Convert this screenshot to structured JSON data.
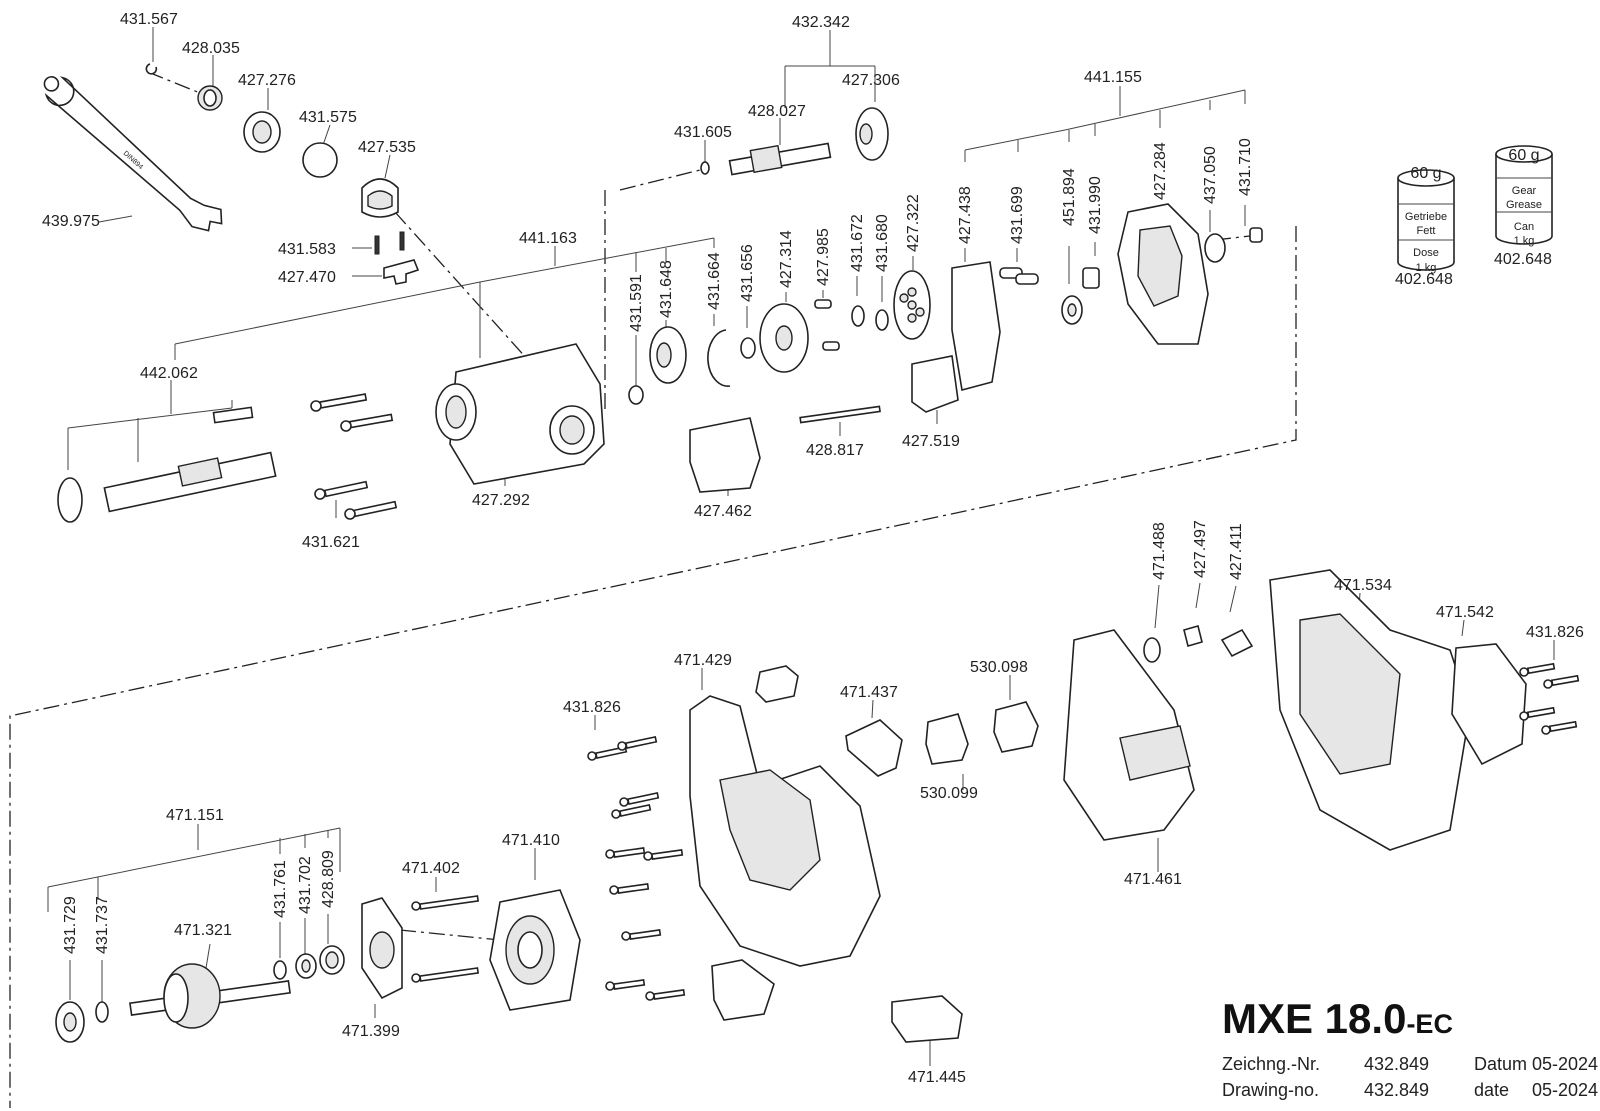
{
  "title": "MXE 18.0",
  "title_suffix": "-EC",
  "drawing_info": {
    "de": {
      "label": "Zeichng.-Nr.",
      "number": "432.849",
      "date_label": "Datum",
      "date": "05-2024"
    },
    "en": {
      "label": "Drawing-no.",
      "number": "432.849",
      "date_label": "date",
      "date": "05-2024"
    }
  },
  "grease_cans": [
    {
      "amount": "60 g",
      "line1": "Getriebe",
      "line2": "Fett",
      "line3": "Dose",
      "line4": "1 kg",
      "part_no": "402.648"
    },
    {
      "amount": "60 g",
      "line1": "Gear",
      "line2": "Grease",
      "line3": "Can",
      "line4": "1 kg",
      "part_no": "402.648"
    }
  ],
  "parts": {
    "p431567": "431.567",
    "p428035": "428.035",
    "p427276": "427.276",
    "p431575": "431.575",
    "p427535": "427.535",
    "p439975": "439.975",
    "p431583": "431.583",
    "p427470": "427.470",
    "p432342": "432.342",
    "p427306": "427.306",
    "p428027": "428.027",
    "p431605": "431.605",
    "p441155": "441.155",
    "p441163": "441.163",
    "p427438": "427.438",
    "p431699": "431.699",
    "p451894": "451.894",
    "p431990": "431.990",
    "p427284": "427.284",
    "p437050": "437.050",
    "p431710": "431.710",
    "p431591": "431.591",
    "p431648": "431.648",
    "p431664": "431.664",
    "p431656": "431.656",
    "p427314": "427.314",
    "p427985": "427.985",
    "p431672": "431.672",
    "p431680": "431.680",
    "p427322": "427.322",
    "p442062": "442.062",
    "p427292": "427.292",
    "p431621": "431.621",
    "p427462": "427.462",
    "p428817": "428.817",
    "p427519": "427.519",
    "p471488": "471.488",
    "p427497": "427.497",
    "p427411": "427.411",
    "p471534": "471.534",
    "p471542": "471.542",
    "p431826a": "431.826",
    "p471429": "471.429",
    "p431826b": "431.826",
    "p471437": "471.437",
    "p530098": "530.098",
    "p530099": "530.099",
    "p471461": "471.461",
    "p471151": "471.151",
    "p471410": "471.410",
    "p471402": "471.402",
    "p471321": "471.321",
    "p431761": "431.761",
    "p431702": "431.702",
    "p428809": "428.809",
    "p431729": "431.729",
    "p431737": "431.737",
    "p471399": "471.399",
    "p471445": "471.445"
  }
}
